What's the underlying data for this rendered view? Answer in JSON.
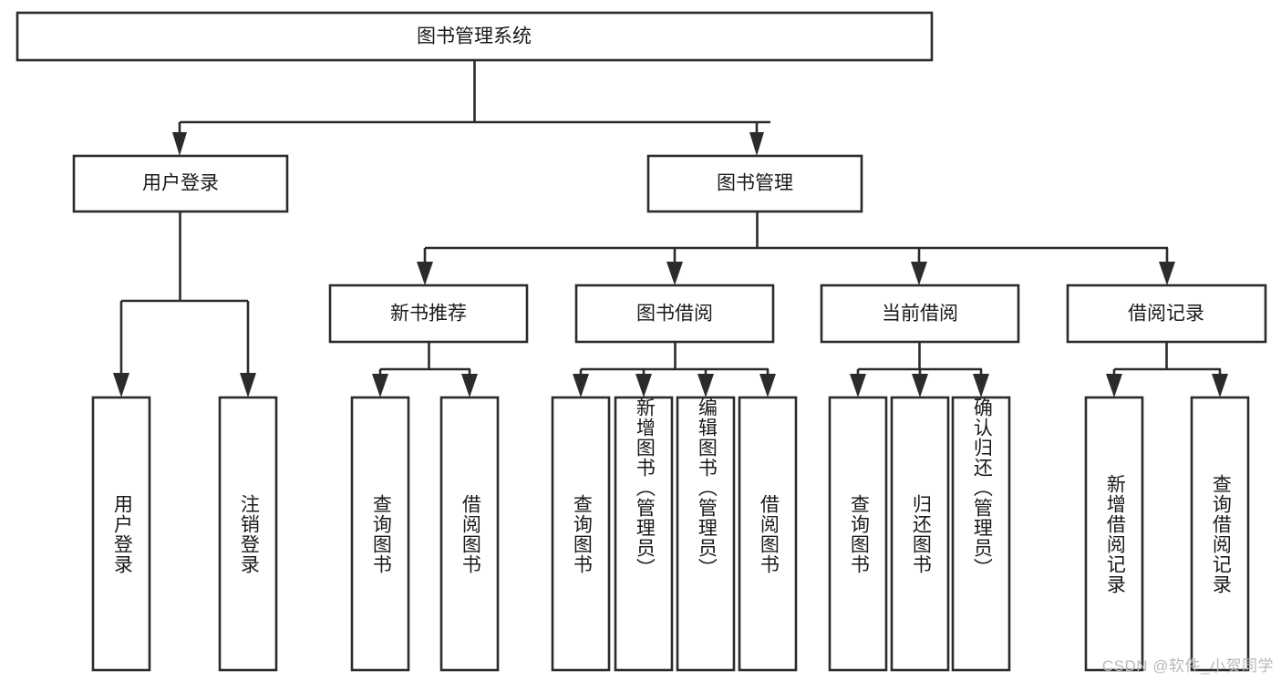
{
  "diagram": {
    "title": "图书管理系统",
    "type": "tree-hierarchy",
    "root": {
      "id": "root",
      "label": "图书管理系统"
    },
    "level2": [
      {
        "id": "user-login",
        "label": "用户登录"
      },
      {
        "id": "book-manage",
        "label": "图书管理"
      }
    ],
    "level3": [
      {
        "id": "new-book-recommend",
        "label": "新书推荐",
        "parent": "book-manage"
      },
      {
        "id": "book-borrow",
        "label": "图书借阅",
        "parent": "book-manage"
      },
      {
        "id": "current-borrow",
        "label": "当前借阅",
        "parent": "book-manage"
      },
      {
        "id": "borrow-record",
        "label": "借阅记录",
        "parent": "book-manage"
      }
    ],
    "leaves": [
      {
        "id": "leaf-user-login",
        "label": "用户登录",
        "parent": "user-login"
      },
      {
        "id": "leaf-logout-login",
        "label": "注销登录",
        "parent": "user-login"
      },
      {
        "id": "leaf-query-book-1",
        "label": "查询图书",
        "parent": "new-book-recommend"
      },
      {
        "id": "leaf-borrow-book-1",
        "label": "借阅图书",
        "parent": "new-book-recommend"
      },
      {
        "id": "leaf-query-book-2",
        "label": "查询图书",
        "parent": "book-borrow"
      },
      {
        "id": "leaf-add-book",
        "label": "新增图书（管理员）",
        "parent": "book-borrow"
      },
      {
        "id": "leaf-edit-book",
        "label": "编辑图书（管理员）",
        "parent": "book-borrow"
      },
      {
        "id": "leaf-borrow-book-2",
        "label": "借阅图书",
        "parent": "book-borrow"
      },
      {
        "id": "leaf-query-book-3",
        "label": "查询图书",
        "parent": "current-borrow"
      },
      {
        "id": "leaf-return-book",
        "label": "归还图书",
        "parent": "current-borrow"
      },
      {
        "id": "leaf-confirm-return",
        "label": "确认归还（管理员）",
        "parent": "current-borrow"
      },
      {
        "id": "leaf-add-record",
        "label": "新增借阅记录",
        "parent": "borrow-record"
      },
      {
        "id": "leaf-query-record",
        "label": "查询借阅记录",
        "parent": "borrow-record"
      }
    ]
  },
  "watermark": {
    "text": "CSDN @软件_小贺同学"
  },
  "colors": {
    "stroke": "#2b2b2b",
    "fill": "#ffffff",
    "text": "#1a1a1a",
    "watermark": "#b9b9b9"
  }
}
